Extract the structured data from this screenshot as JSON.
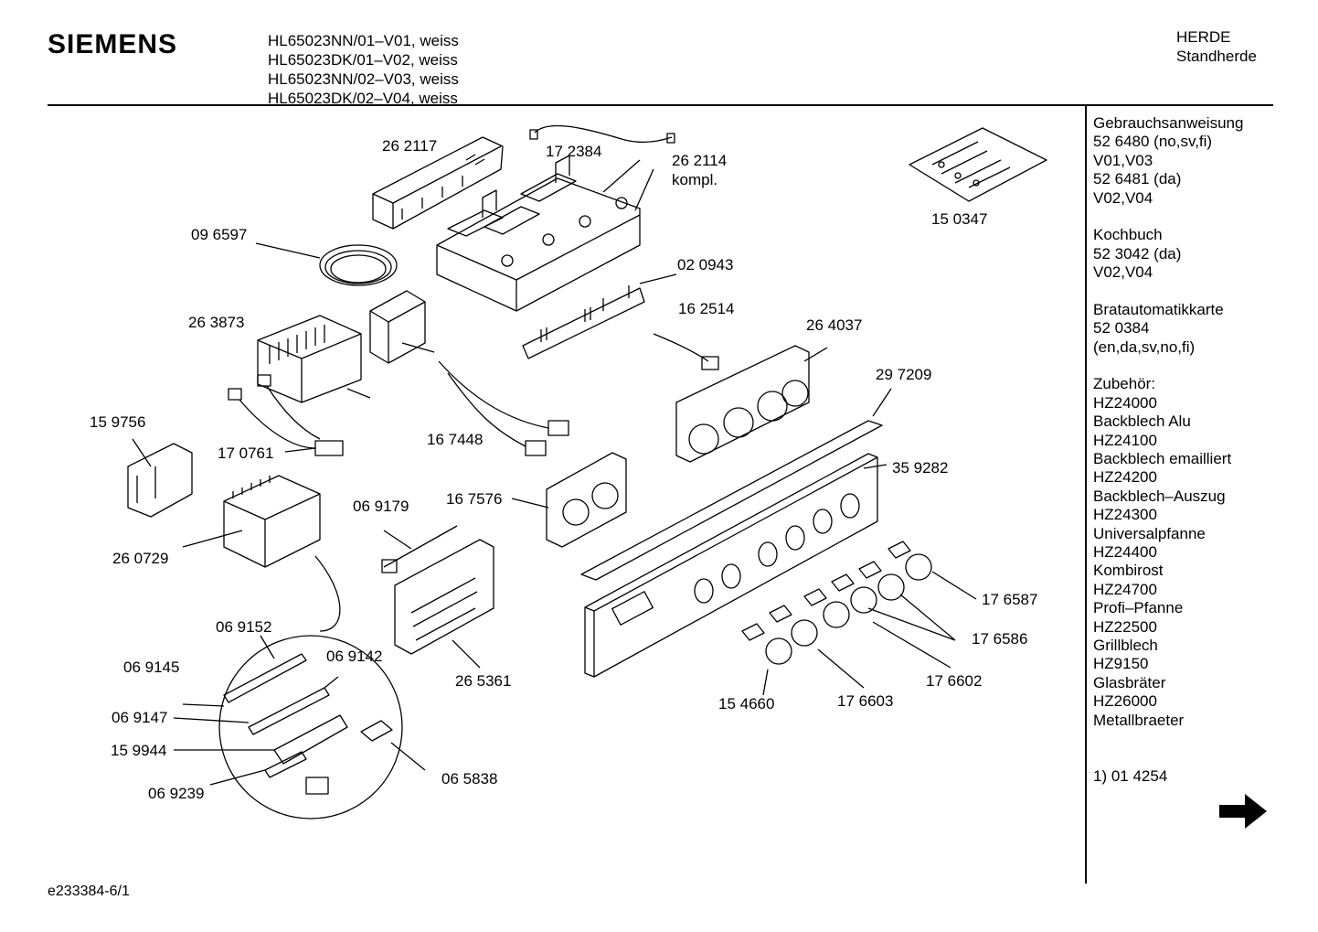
{
  "header": {
    "brand": "SIEMENS",
    "models": [
      "HL65023NN/01–V01, weiss",
      "HL65023DK/01–V02, weiss",
      "HL65023NN/02–V03, weiss",
      "HL65023DK/02–V04, weiss"
    ],
    "category": "HERDE",
    "subcategory": "Standherde"
  },
  "sidebar": {
    "lines": [
      "Gebrauchsanweisung",
      "52 6480 (no,sv,fi)",
      "V01,V03",
      "52 6481 (da)",
      "V02,V04",
      "",
      "Kochbuch",
      "52 3042 (da)",
      "V02,V04",
      "",
      "Bratautomatikkarte",
      "52 0384",
      "(en,da,sv,no,fi)",
      "",
      "Zubehör:",
      "HZ24000",
      "Backblech Alu",
      "HZ24100",
      "Backblech emailliert",
      "HZ24200",
      "Backblech–Auszug",
      "HZ24300",
      "Universalpfanne",
      "HZ24400",
      "Kombirost",
      "HZ24700",
      "Profi–Pfanne",
      "HZ22500",
      "Grillblech",
      "HZ9150",
      "Glasbräter",
      "HZ26000",
      "Metallbraeter",
      "",
      "",
      "1) 01 4254"
    ]
  },
  "parts": [
    {
      "id": "p262117",
      "label": "26 2117"
    },
    {
      "id": "p172384",
      "label": "17 2384"
    },
    {
      "id": "p262114",
      "label": "26 2114"
    },
    {
      "id": "p262114b",
      "label": "kompl."
    },
    {
      "id": "p150347",
      "label": "15 0347"
    },
    {
      "id": "p096597",
      "label": "09 6597"
    },
    {
      "id": "p020943",
      "label": "02 0943"
    },
    {
      "id": "p263873",
      "label": "26 3873"
    },
    {
      "id": "p162514",
      "label": "16 2514"
    },
    {
      "id": "p264037",
      "label": "26 4037"
    },
    {
      "id": "p297209",
      "label": "29 7209"
    },
    {
      "id": "p159756",
      "label": "15 9756"
    },
    {
      "id": "p170761",
      "label": "17 0761"
    },
    {
      "id": "p167448",
      "label": "16 7448"
    },
    {
      "id": "p359282",
      "label": "35 9282"
    },
    {
      "id": "p167576",
      "label": "16 7576"
    },
    {
      "id": "p069179",
      "label": "06 9179"
    },
    {
      "id": "p260729",
      "label": "26 0729"
    },
    {
      "id": "p176587",
      "label": "17 6587"
    },
    {
      "id": "p069152",
      "label": "06 9152"
    },
    {
      "id": "p176586",
      "label": "17 6586"
    },
    {
      "id": "p069145",
      "label": "06 9145"
    },
    {
      "id": "p069142",
      "label": "06 9142"
    },
    {
      "id": "p265361",
      "label": "26 5361"
    },
    {
      "id": "p176602",
      "label": "17 6602"
    },
    {
      "id": "p069147",
      "label": "06 9147"
    },
    {
      "id": "p154660",
      "label": "15 4660"
    },
    {
      "id": "p176603",
      "label": "17 6603"
    },
    {
      "id": "p159944",
      "label": "15 9944"
    },
    {
      "id": "p065838",
      "label": "06 5838"
    },
    {
      "id": "p069239",
      "label": "06 9239"
    }
  ],
  "footer": {
    "code": "e233384-6/1"
  },
  "icons": {
    "next": "arrow-right-icon"
  }
}
